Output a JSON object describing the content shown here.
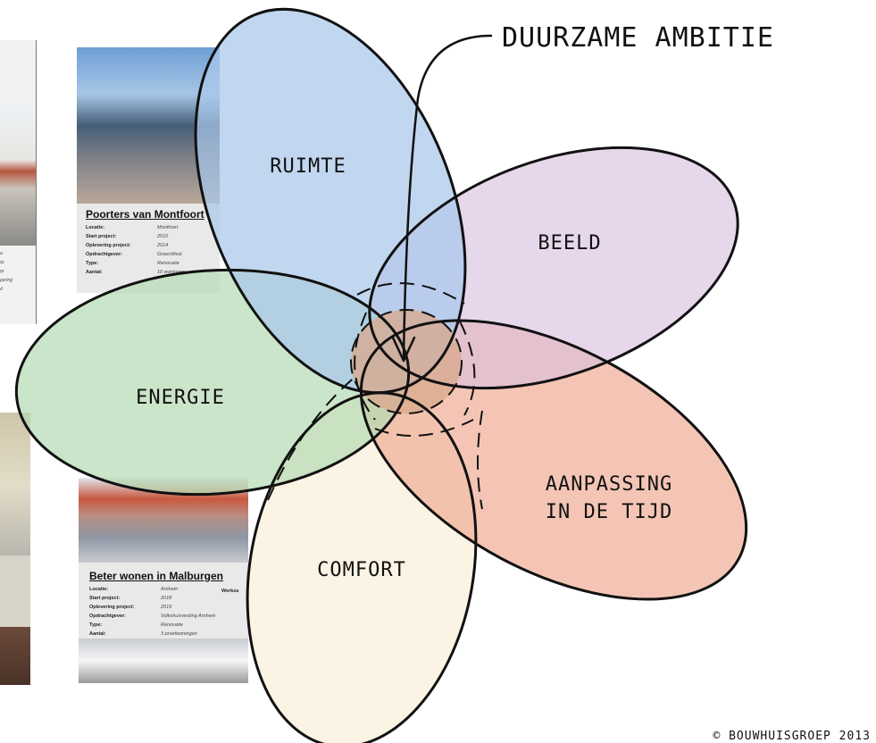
{
  "diagram": {
    "title": "DUURZAME AMBITIE",
    "petals": [
      {
        "label": "RUIMTE",
        "color": "#a9c8ea"
      },
      {
        "label": "BEELD",
        "color": "#d9bfdf"
      },
      {
        "label": "AANPASSING IN DE TIJD",
        "lines": [
          "AANPASSING",
          "IN DE TIJD"
        ],
        "color": "#efad95"
      },
      {
        "label": "COMFORT",
        "color": "#f9efd8"
      },
      {
        "label": "ENERGIE",
        "color": "#b6dbb4"
      }
    ],
    "center_color": "#d9a88c",
    "credit": "© BOUWHUISGROEP 2013"
  },
  "background": {
    "card_top": {
      "title": "Poorters van Montfoort",
      "rows": [
        {
          "key": "Locatie:",
          "value": "Montfoort"
        },
        {
          "key": "Start project:",
          "value": "2010"
        },
        {
          "key": "Oplevering project:",
          "value": "2014"
        },
        {
          "key": "Opdrachtgever:",
          "value": "GroenWest"
        },
        {
          "key": "Type:",
          "value": "Renovatie"
        },
        {
          "key": "Aantal:",
          "value": "10 woningen"
        }
      ]
    },
    "card_bottom": {
      "title": "Beter wonen in Malburgen",
      "extra": "Werkza",
      "rows": [
        {
          "key": "Locatie:",
          "value": "Arnhem"
        },
        {
          "key": "Start project:",
          "value": "2018"
        },
        {
          "key": "Oplevering project:",
          "value": "2019"
        },
        {
          "key": "Opdrachtgever:",
          "value": "Volkshuisvesting Arnhem"
        },
        {
          "key": "Type:",
          "value": "Renovatie"
        },
        {
          "key": "Aantal:",
          "value": "3 proefwoningen"
        }
      ]
    },
    "left_card_lines": [
      "a",
      "rp",
      "rp",
      "pering",
      "d"
    ]
  }
}
